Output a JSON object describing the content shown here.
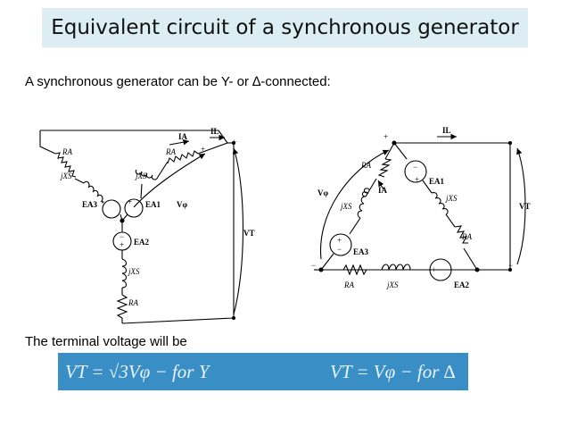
{
  "title": "Equivalent circuit of a synchronous generator",
  "intro_text": "A synchronous generator can be Y- or ∆-connected:",
  "terminal_text": "The terminal voltage will be",
  "formulas": {
    "wye": "VT = √3Vφ  − for Y",
    "delta": "VT = Vφ  − for ∆"
  },
  "y_circuit": {
    "ra_top_left": "RA",
    "jxs_left": "jXS",
    "ea3": "EA3",
    "ra_top_right": "RA",
    "jxs_right": "jXS",
    "ea1": "EA1",
    "ia": "IA",
    "il": "IL",
    "vphi": "Vφ",
    "vt": "VT",
    "ea2": "EA2",
    "jxs_bottom": "jXS",
    "ra_bottom": "RA",
    "plus": "+",
    "minus": "−"
  },
  "delta_circuit": {
    "il": "IL",
    "ra_left": "RA",
    "ea1": "EA1",
    "ia": "IA",
    "jxs_right": "jXS",
    "vphi": "Vφ",
    "jxs_left": "jXS",
    "vt": "VT",
    "ra_right": "RA",
    "ea3": "EA3",
    "ra_bottom": "RA",
    "jxs_bottom": "jXS",
    "ea2": "EA2",
    "plus": "+",
    "minus": "−"
  },
  "colors": {
    "title_bg": "#dceef4",
    "formula_bg": "#3a8ec6",
    "formula_text": "#eaf3fa"
  }
}
